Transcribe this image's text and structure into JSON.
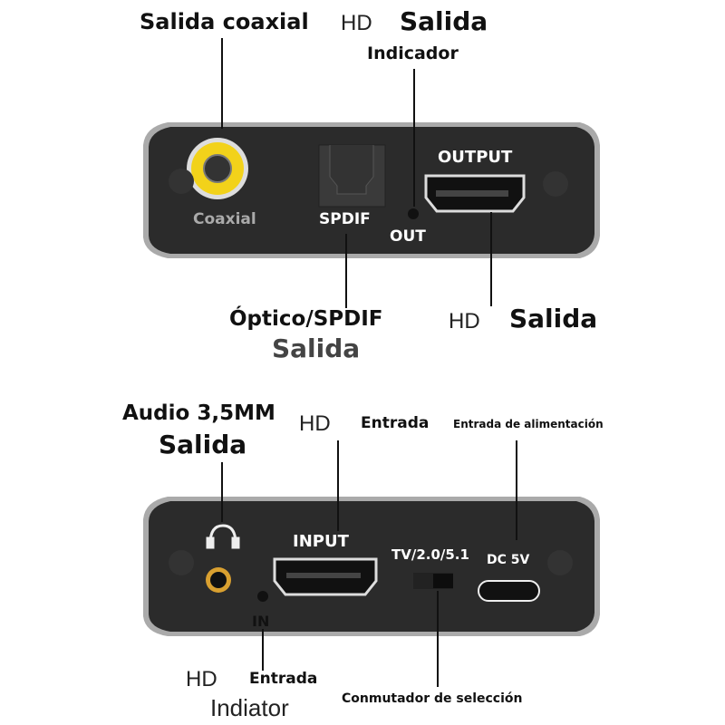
{
  "top": {
    "coaxial_label": "Salida coaxial",
    "hd_indicator_prefix": "HD",
    "hd_indicator_title": "Salida",
    "hd_indicator_sub": "Indicador",
    "device": {
      "coaxial": "Coaxial",
      "spdif": "SPDIF",
      "out": "OUT",
      "output": "OUTPUT"
    },
    "optical_label": "Óptico/SPDIF",
    "optical_sub": "Salida",
    "hd_out_prefix": "HD",
    "hd_out_label": "Salida"
  },
  "bottom": {
    "audio_label": "Audio 3,5MM",
    "audio_sub": "Salida",
    "hd_in_prefix": "HD",
    "hd_in_label": "Entrada",
    "power_label": "Entrada de alimentación",
    "device": {
      "input": "INPUT",
      "switch": "TV/2.0/5.1",
      "dc": "DC 5V",
      "in": "IN"
    },
    "indicator_prefix": "HD",
    "indicator_label": "Entrada",
    "indicator_sub": "Indiator",
    "switch_label": "Conmutador de selección"
  },
  "colors": {
    "device": "#2b2b2b",
    "rca": "#f2d21a",
    "jack": "#d9a030"
  }
}
